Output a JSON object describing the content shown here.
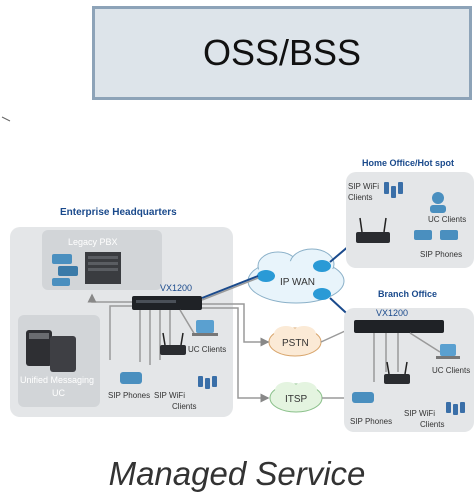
{
  "top_box": {
    "title": "OSS/BSS"
  },
  "caption": "Managed Service",
  "diagram": {
    "enterprise_title": "Enterprise Headquarters",
    "home_title": "Home Office/Hot spot",
    "branch_title": "Branch Office",
    "legacy_pbx": "Legacy PBX",
    "vx1200_hq": "VX1200",
    "vx1200_branch": "VX1200",
    "ip_wan": "IP WAN",
    "pstn": "PSTN",
    "itsp": "ITSP",
    "unified_messaging_1": "Unified Messaging",
    "unified_messaging_2": "UC",
    "hq_uc_clients": "UC Clients",
    "hq_sip_phones": "SIP Phones",
    "hq_sip_wifi_1": "SIP WiFi",
    "hq_sip_wifi_2": "Clients",
    "home_sip_wifi_1": "SIP WiFi",
    "home_sip_wifi_2": "Clients",
    "home_uc_clients": "UC Clients",
    "home_sip_phones": "SIP Phones",
    "branch_uc_clients": "UC Clients",
    "branch_sip_phones": "SIP Phones",
    "branch_sip_wifi_1": "SIP WiFi",
    "branch_sip_wifi_2": "Clients"
  },
  "colors": {
    "accent": "#1a4a8c",
    "panel": "#e4e6e8",
    "cloud": "#e8f4fb",
    "router": "#2a9ad6"
  }
}
